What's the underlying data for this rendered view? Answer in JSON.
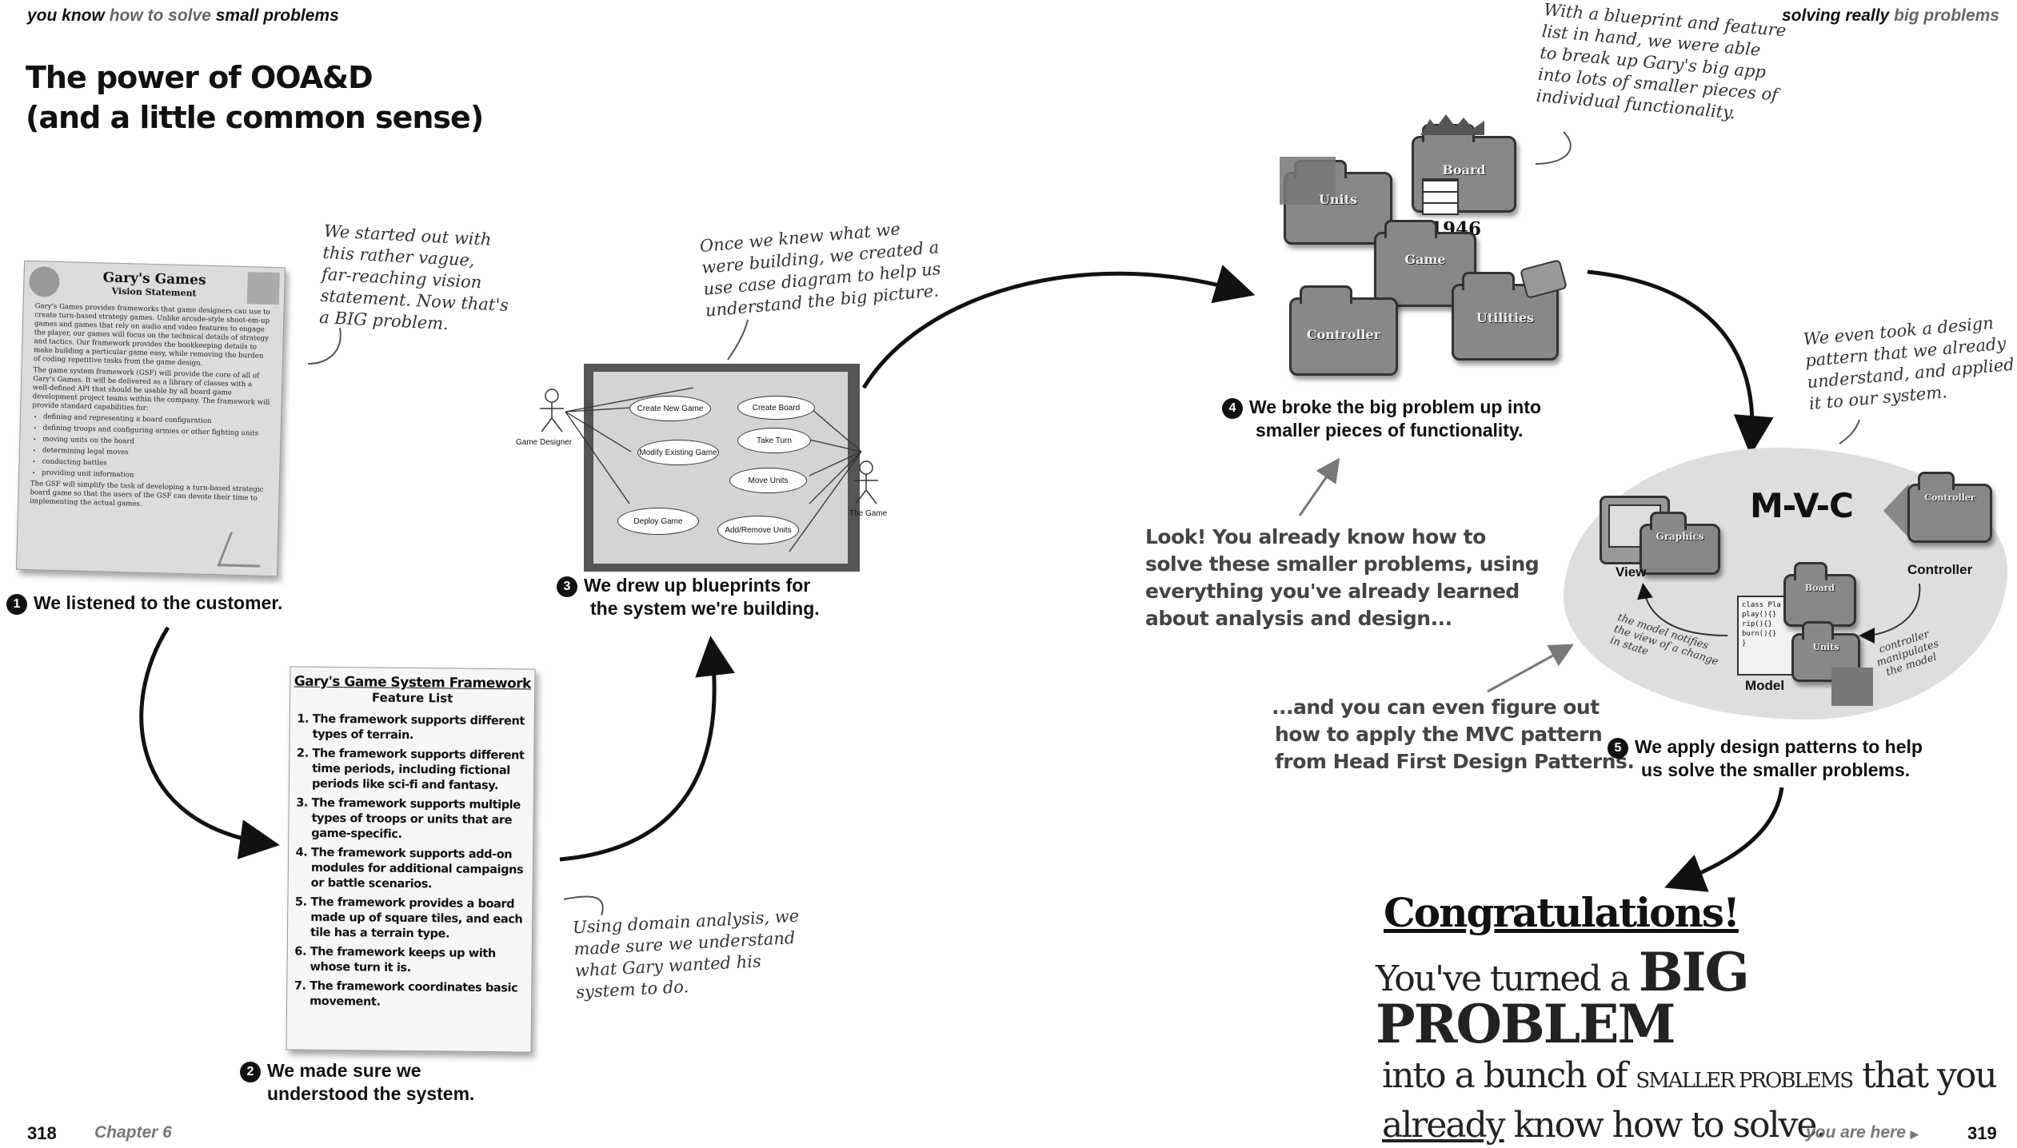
{
  "header": {
    "left": {
      "p1": "you know",
      "p2": "how to solve",
      "p3": "small problems"
    },
    "right": {
      "p1": "solving really",
      "p2": "big problems"
    }
  },
  "title": {
    "line1": "The power of OOA&D",
    "line2": "(and a little common sense)"
  },
  "notes": {
    "vague": [
      "We started out with",
      "this rather vague,",
      "far-reaching vision",
      "statement. Now that's",
      "a BIG problem."
    ],
    "usecase": [
      "Once we knew what we",
      "were building, we created a",
      "use case diagram to help us",
      "understand the big picture."
    ],
    "blueprint": [
      "With a blueprint and feature",
      "list in hand, we were able",
      "to break up Gary's big app",
      "into lots of smaller pieces of",
      "individual functionality."
    ],
    "pattern": [
      "We even took a design",
      "pattern that we already",
      "understand, and applied",
      "it to our system."
    ],
    "domain": [
      "Using domain analysis, we",
      "made sure we understand",
      "what Gary wanted his",
      "system to do."
    ],
    "look": [
      "Look! You already know how to",
      "solve these smaller problems, using",
      "everything you've already learned",
      "about analysis and design..."
    ],
    "mvc": [
      "...and you can even figure out",
      "how to apply the MVC pattern",
      "from Head First Design Patterns."
    ]
  },
  "steps": {
    "s1": {
      "num": "1",
      "text": "We listened to the customer."
    },
    "s2": {
      "num": "2",
      "line1": "We made sure we",
      "line2": "understood the system."
    },
    "s3": {
      "num": "3",
      "line1": "We drew up blueprints for",
      "line2": "the system we're building."
    },
    "s4": {
      "num": "4",
      "line1": "We broke the big problem up into",
      "line2": "smaller pieces of functionality."
    },
    "s5": {
      "num": "5",
      "line1": "We apply design patterns to help",
      "line2": "us solve the smaller problems."
    }
  },
  "vision": {
    "title": "Gary's Games",
    "subtitle": "Vision Statement",
    "p1": "Gary's Games provides frameworks that game designers can use to create turn-based strategy games. Unlike arcade-style shoot-em-up games and games that rely on audio and video features to engage the player, our games will focus on the technical details of strategy and tactics. Our framework provides the bookkeeping details to make building a particular game easy, while removing the burden of coding repetitive tasks from the game design.",
    "p2": "The game system framework (GSF) will provide the core of all of Gary's Games. It will be delivered as a library of classes with a well-defined API that should be usable by all board game development project teams within the company. The framework will provide standard capabilities for:",
    "items": [
      "defining and representing a board configuration",
      "defining troops and configuring armies or other fighting units",
      "moving units on the board",
      "determining legal moves",
      "conducting battles",
      "providing unit information"
    ],
    "p3": "The GSF will simplify the task of developing a turn-based strategic board game so that the users of the GSF can devote their time to implementing the actual games."
  },
  "featurelist": {
    "title": "Gary's Game System Framework",
    "subtitle": "Feature List",
    "items": [
      "The framework supports different types of terrain.",
      "The framework supports different time periods, including fictional periods like sci-fi and fantasy.",
      "The framework supports multiple types of troops or units that are game-specific.",
      "The framework supports add-on modules for additional campaigns or battle scenarios.",
      "The framework provides a board made up of square tiles, and each tile has a terrain type.",
      "The framework keeps up with whose turn it is.",
      "The framework coordinates basic movement."
    ]
  },
  "usecase": {
    "actor1": "Game Designer",
    "actor2": "The Game",
    "cases": [
      "Create New Game",
      "Create Board",
      "Modify Existing Game",
      "Take Turn",
      "Move Units",
      "Deploy Game",
      "Add/Remove Units"
    ]
  },
  "folders": {
    "units": "Units",
    "board": "Board",
    "year": "1946",
    "game": "Game",
    "controller": "Controller",
    "utilities": "Utilities"
  },
  "mvc": {
    "title": "M-V-C",
    "view": "View",
    "graphics": "Graphics",
    "controller": "Controller",
    "controller_folder": "Controller",
    "model": "Model",
    "board": "Board",
    "units": "Units",
    "code": [
      "class Pla",
      "play(){}",
      "rip(){}",
      "burn(){}",
      "}"
    ],
    "notify": [
      "the model notifies",
      "the view of a change",
      "in state"
    ],
    "manip": [
      "controller",
      "manipulates",
      "the model"
    ]
  },
  "congrats": {
    "title": "Congratulations!",
    "l1a": "You've turned a",
    "l1b": "BIG PROBLEM",
    "l2a": "into a bunch of",
    "l2b": "SMALLER PROBLEMS",
    "l2c": "that you",
    "l3a": "already",
    "l3b": "know how to solve."
  },
  "footer": {
    "left_page": "318",
    "chapter": "Chapter 6",
    "here": "you are here",
    "right_page": "319"
  }
}
